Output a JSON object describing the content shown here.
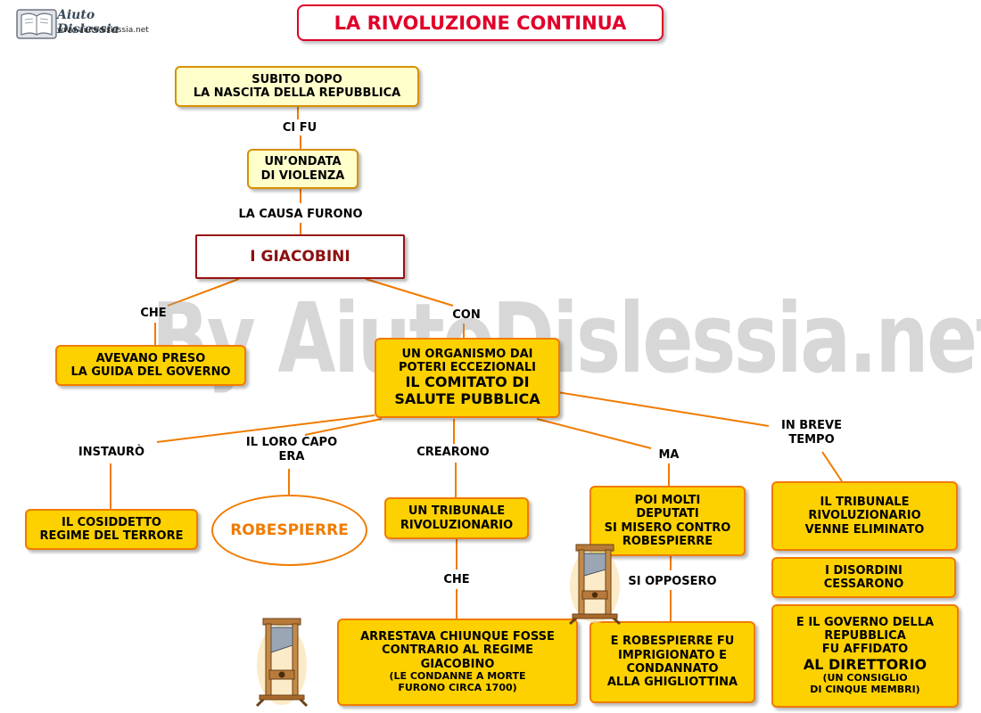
{
  "header": {
    "title": "LA RIVOLUZIONE CONTINUA",
    "logo_name": "Aiuto Dislessia",
    "logo_url": "www.aiutodislessia.net"
  },
  "watermark": "By AiutoDislessia.net",
  "colors": {
    "accent_orange": "#f07b00",
    "node_yellow": "#fdd100",
    "pale_yellow": "#ffffcc",
    "title_red": "#e0002a",
    "dark_red": "#8b1010",
    "robespierre_orange": "#f07b00"
  },
  "nodes": {
    "subito": {
      "lines": [
        "SUBITO DOPO",
        "LA NASCITA DELLA REPUBBLICA"
      ]
    },
    "ondata": {
      "lines": [
        "UN’ONDATA",
        "DI VIOLENZA"
      ]
    },
    "giacobini": {
      "lines": [
        "I GIACOBINI"
      ]
    },
    "governo": {
      "lines": [
        "AVEVANO PRESO",
        "LA GUIDA DEL GOVERNO"
      ]
    },
    "comitato": {
      "lines": [
        "UN ORGANISMO DAI",
        "POTERI ECCEZIONALI",
        "IL  COMITATO DI",
        "SALUTE PUBBLICA"
      ]
    },
    "terrore": {
      "lines": [
        "IL COSIDDETTO",
        "REGIME DEL TERRORE"
      ]
    },
    "robespierre": {
      "lines": [
        "ROBESPIERRE"
      ]
    },
    "tribunale": {
      "lines": [
        "UN TRIBUNALE",
        "RIVOLUZIONARIO"
      ]
    },
    "deputati": {
      "lines": [
        "POI  MOLTI",
        "DEPUTATI",
        "SI MISERO CONTRO",
        "ROBESPIERRE"
      ]
    },
    "eliminato": {
      "lines": [
        "IL  TRIBUNALE",
        "RIVOLUZIONARIO",
        "VENNE  ELIMINATO"
      ]
    },
    "disordini": {
      "lines": [
        "I DISORDINI",
        "CESSARONO"
      ]
    },
    "direttorio": {
      "lines": [
        "E  IL  GOVERNO  DELLA",
        "REPUBBLICA",
        "FU  AFFIDATO",
        "AL DIRETTORIO",
        "(UN  CONSIGLIO",
        "DI CINQUE MEMBRI)"
      ]
    },
    "arrestava": {
      "lines": [
        "ARRESTAVA  CHIUNQUE  FOSSE",
        "CONTRARIO AL REGIME",
        "GIACOBINO",
        "(LE CONDANNE A MORTE",
        "FURONO CIRCA 1700)"
      ]
    },
    "ghigliottina": {
      "lines": [
        "E ROBESPIERRE FU",
        "IMPRIGIONATO E",
        "CONDANNATO",
        "ALLA GHIGLIOTTINA"
      ]
    }
  },
  "labels": {
    "ci_fu": "CI FU",
    "la_causa": "LA CAUSA FURONO",
    "che_1": "CHE",
    "con": "CON",
    "instauro": "INSTAURÒ",
    "capo_1": "IL LORO CAPO",
    "capo_2": "ERA",
    "crearono": "CREARONO",
    "ma": "MA",
    "breve_1": "IN BREVE",
    "breve_2": "TEMPO",
    "che_2": "CHE",
    "si_opposero": "SI OPPOSERO"
  }
}
